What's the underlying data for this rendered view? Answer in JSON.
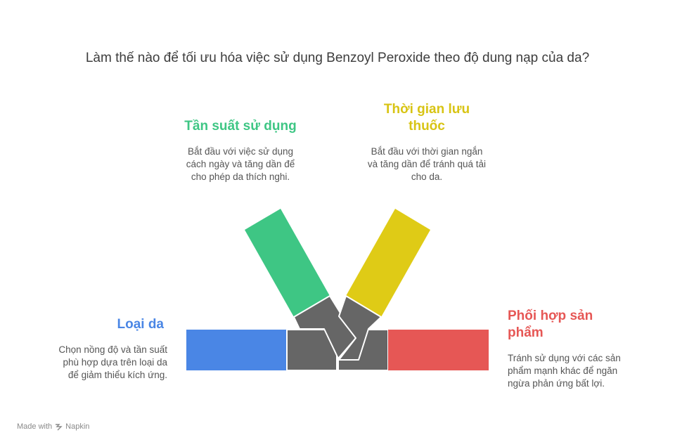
{
  "title": "Làm thế nào để tối ưu hóa việc sử dụng Benzoyl Peroxide theo độ dung nạp của da?",
  "items": {
    "frequency": {
      "heading": "Tần suất sử dụng",
      "desc_lines": [
        "Bắt đầu với việc sử dụng",
        "cách ngày và tăng dần để",
        "cho phép da thích nghi."
      ],
      "color": "#3ec684"
    },
    "contact_time": {
      "heading_lines": [
        "Thời gian lưu",
        "thuốc"
      ],
      "desc_lines": [
        "Bắt đầu với thời gian ngắn",
        "và tăng dần để tránh quá tải",
        "cho da."
      ],
      "color": "#dfcb16"
    },
    "skin_type": {
      "heading": "Loại da",
      "desc_lines": [
        "Chọn nồng độ và tần suất",
        "phù hợp dựa trên loại da",
        "để giảm thiểu kích ứng."
      ],
      "color": "#4a86e5"
    },
    "combination": {
      "heading_lines": [
        "Phối hợp sản",
        "phẩm"
      ],
      "desc_lines": [
        "Tránh sử dụng với các sản",
        "phẩm mạnh khác để ngăn",
        "ngừa phản ứng bất lợi."
      ],
      "color": "#e65755"
    }
  },
  "connector_color": "#666666",
  "watermark": {
    "prefix": "Made with",
    "brand": "Napkin"
  }
}
